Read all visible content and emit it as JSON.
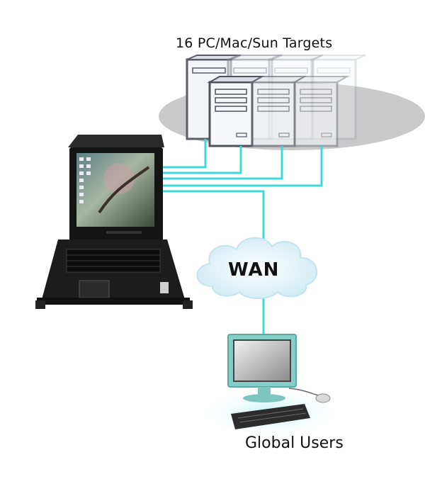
{
  "diagram": {
    "targets_label": "16 PC/Mac/Sun Targets",
    "wan_label": "WAN",
    "users_label": "Global Users"
  },
  "colors": {
    "link": "#3fd6dc",
    "platform": "#c9c9c9",
    "tower_dark": "#5a5d66",
    "tower_light": "#b8bbc2",
    "cloud": "#d8f0f6",
    "console_body": "#1c1c1c",
    "monitor_teal": "#86cfc8"
  }
}
